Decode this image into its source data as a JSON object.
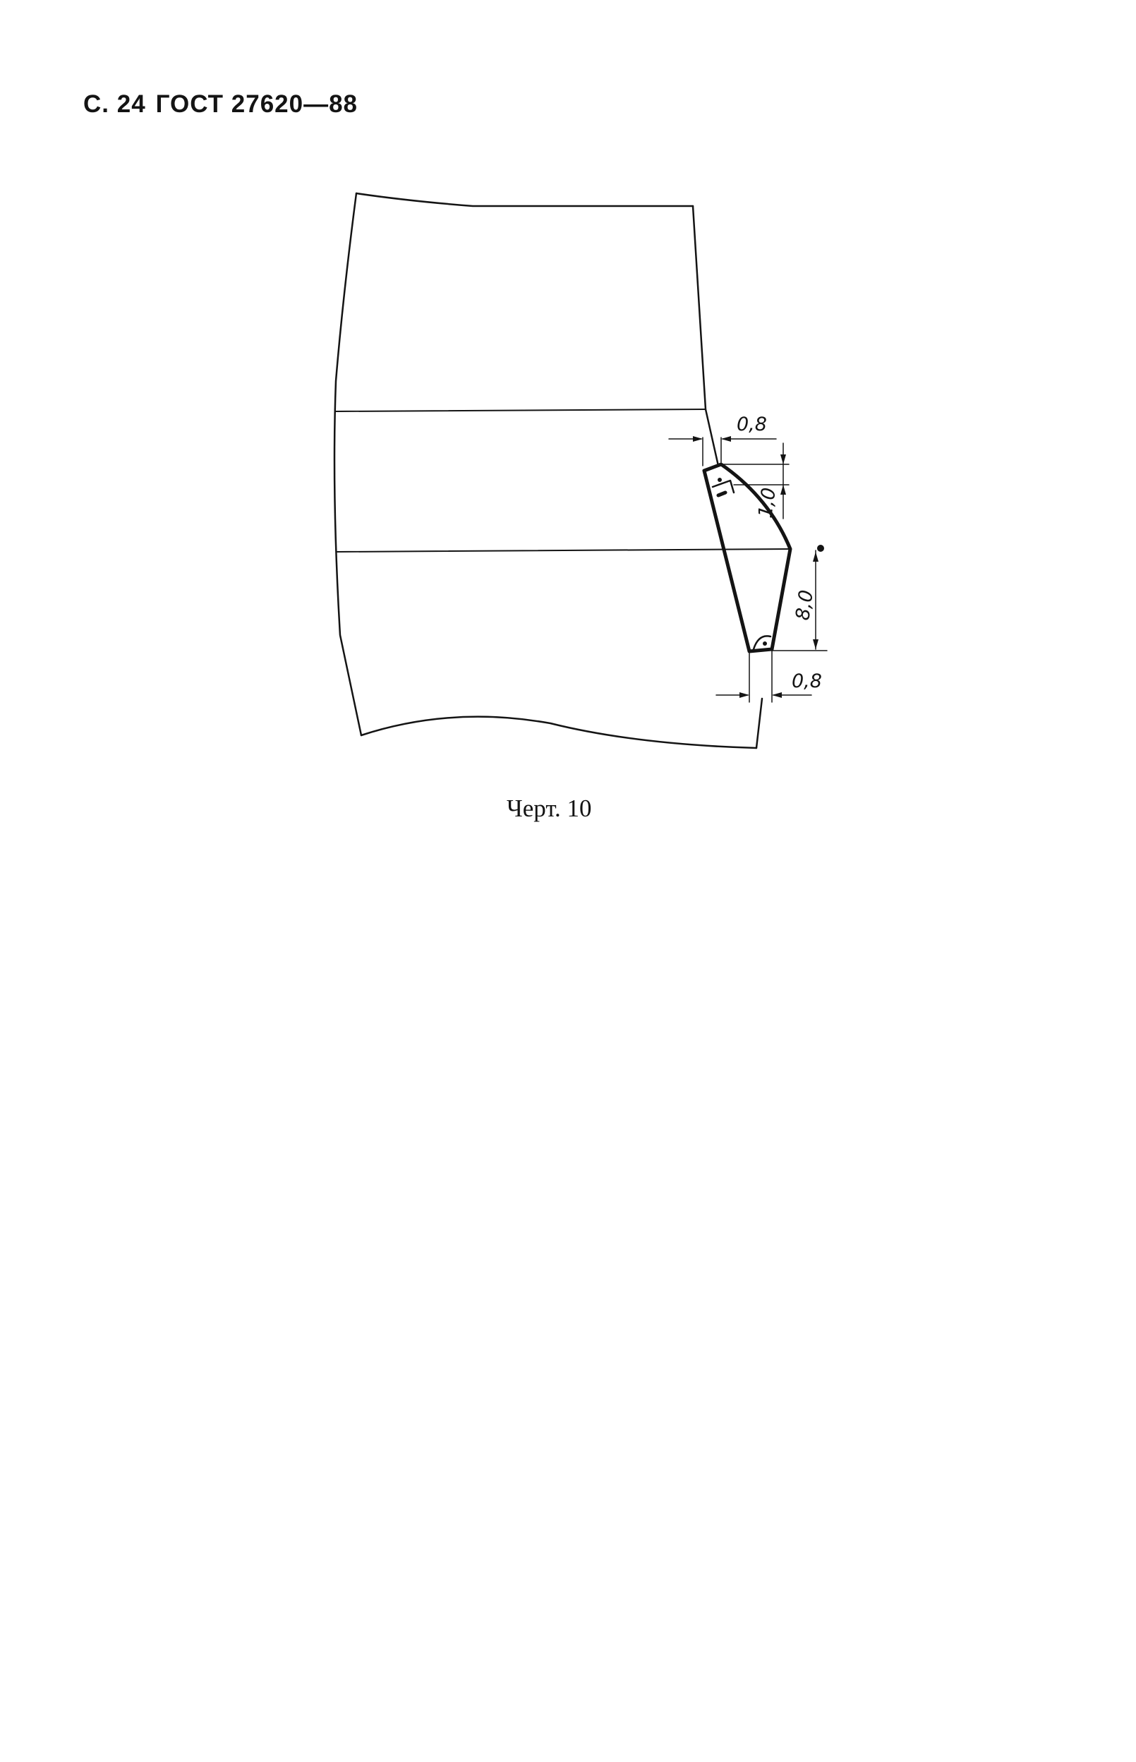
{
  "header": {
    "page": "С. 24",
    "standard": "ГОСТ 27620—88"
  },
  "drawing": {
    "dimensions": {
      "top_offset": "0,8",
      "vertical_small": "1,0",
      "vertical_large": "8,0",
      "bottom_offset": "0,8"
    }
  },
  "caption": {
    "text": "Черт. 10"
  }
}
